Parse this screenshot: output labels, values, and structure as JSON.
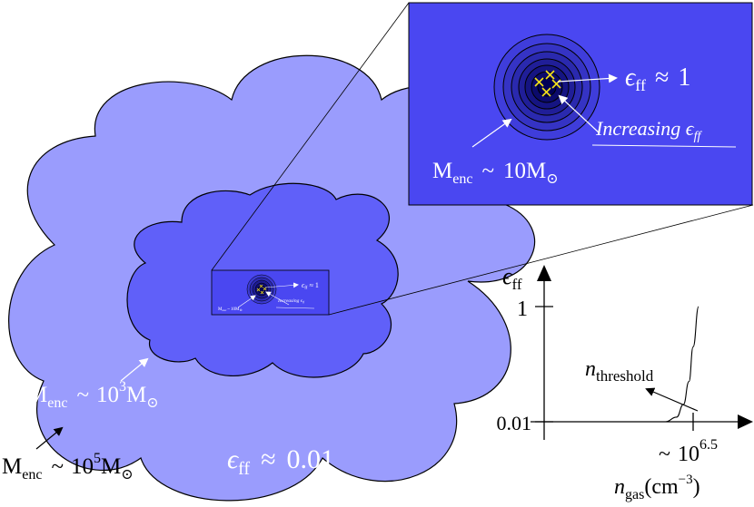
{
  "colors": {
    "outer_cloud": "#9a9cfd",
    "inner_cloud": "#6060f9",
    "inset_bg": "#4a47f1",
    "core_dark": "#000055",
    "cross": "#f4e21a",
    "ink": "#000000",
    "label_light": "#ffffff"
  },
  "labels": {
    "outer_mass": {
      "base": "M",
      "sub": "enc",
      "approx": "~",
      "num": "10",
      "exp": "5",
      "unit": "M",
      "sun": "⊙"
    },
    "inner_mass": {
      "base": "M",
      "sub": "enc",
      "approx": "~",
      "num": "10",
      "exp": "3",
      "unit": "M",
      "sun": "⊙"
    },
    "outer_eff": {
      "sym": "ϵ",
      "sub": "ff",
      "approx": "≈",
      "value": "0.01"
    },
    "inset_eff": {
      "sym": "ϵ",
      "sub": "ff",
      "approx": "≈",
      "value": "1"
    },
    "inset_increasing": {
      "text": "Increasing",
      "sym": "ϵ",
      "sub": "ff"
    },
    "inset_mass": {
      "base": "M",
      "sub": "enc",
      "approx": "~",
      "num": "10",
      "unit": "M",
      "sun": "⊙"
    }
  },
  "icons": {
    "crosses": "x-cross-icon",
    "arrows": "arrow-icon"
  },
  "chart_data": {
    "type": "line",
    "ylabel": {
      "sym": "ϵ",
      "sub": "ff"
    },
    "xlabel": {
      "base": "n",
      "sub": "gas",
      "unit": "(cm",
      "unit_exp": "−3",
      "unit_close": ")"
    },
    "y_ticks": [
      "1",
      "0.01"
    ],
    "x_tick": {
      "prefix": "~",
      "base": "10",
      "exp": "6.5"
    },
    "annotation": {
      "base": "n",
      "sub": "threshold"
    },
    "series": [
      {
        "x": [
          0.0,
          0.8,
          0.88,
          0.93,
          0.97,
          1.0,
          1.04
        ],
        "y": [
          0.01,
          0.01,
          0.012,
          0.02,
          0.05,
          0.2,
          1.0
        ]
      }
    ]
  }
}
